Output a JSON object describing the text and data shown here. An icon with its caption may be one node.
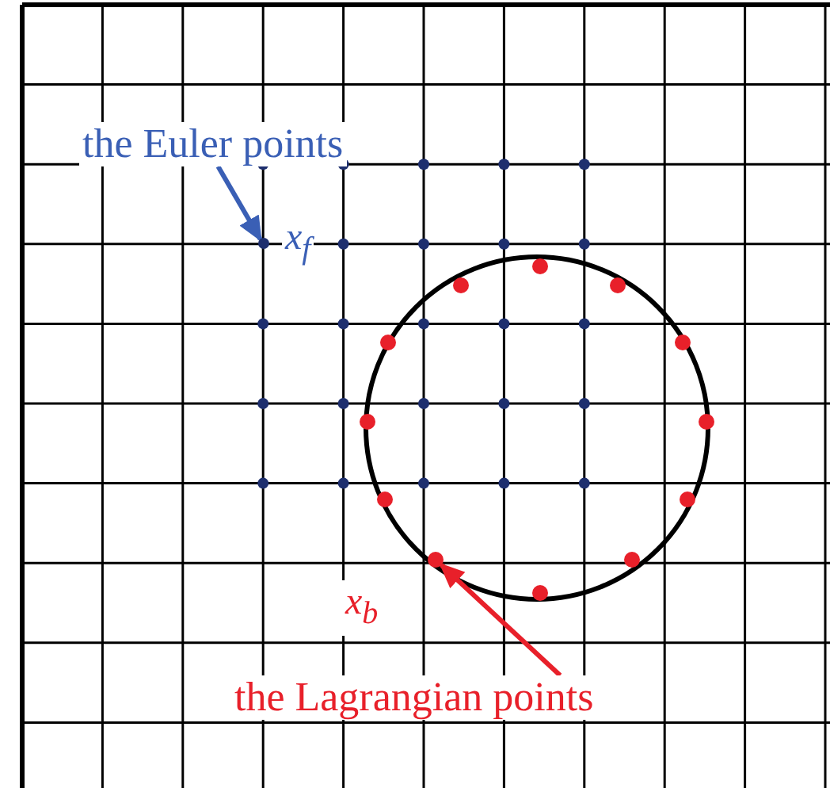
{
  "diagram": {
    "nodes": [
      {
        "text": [
          "the Euler points"
        ]
      },
      {
        "text": [],
        "shape": "circle"
      },
      {
        "text": [
          "the Lagrangian points"
        ]
      },
      {
        "text": [],
        "shape": "circle"
      }
    ],
    "edges": [
      {
        "from": 0,
        "to": 1,
        "arrow": "to",
        "color": "#3a5fb5"
      },
      {
        "from": 2,
        "to": 3,
        "arrow": "to",
        "color": "#e8202a"
      }
    ],
    "labels": [
      "x$_{f}$",
      "x$_{b}$"
    ]
  }
}
